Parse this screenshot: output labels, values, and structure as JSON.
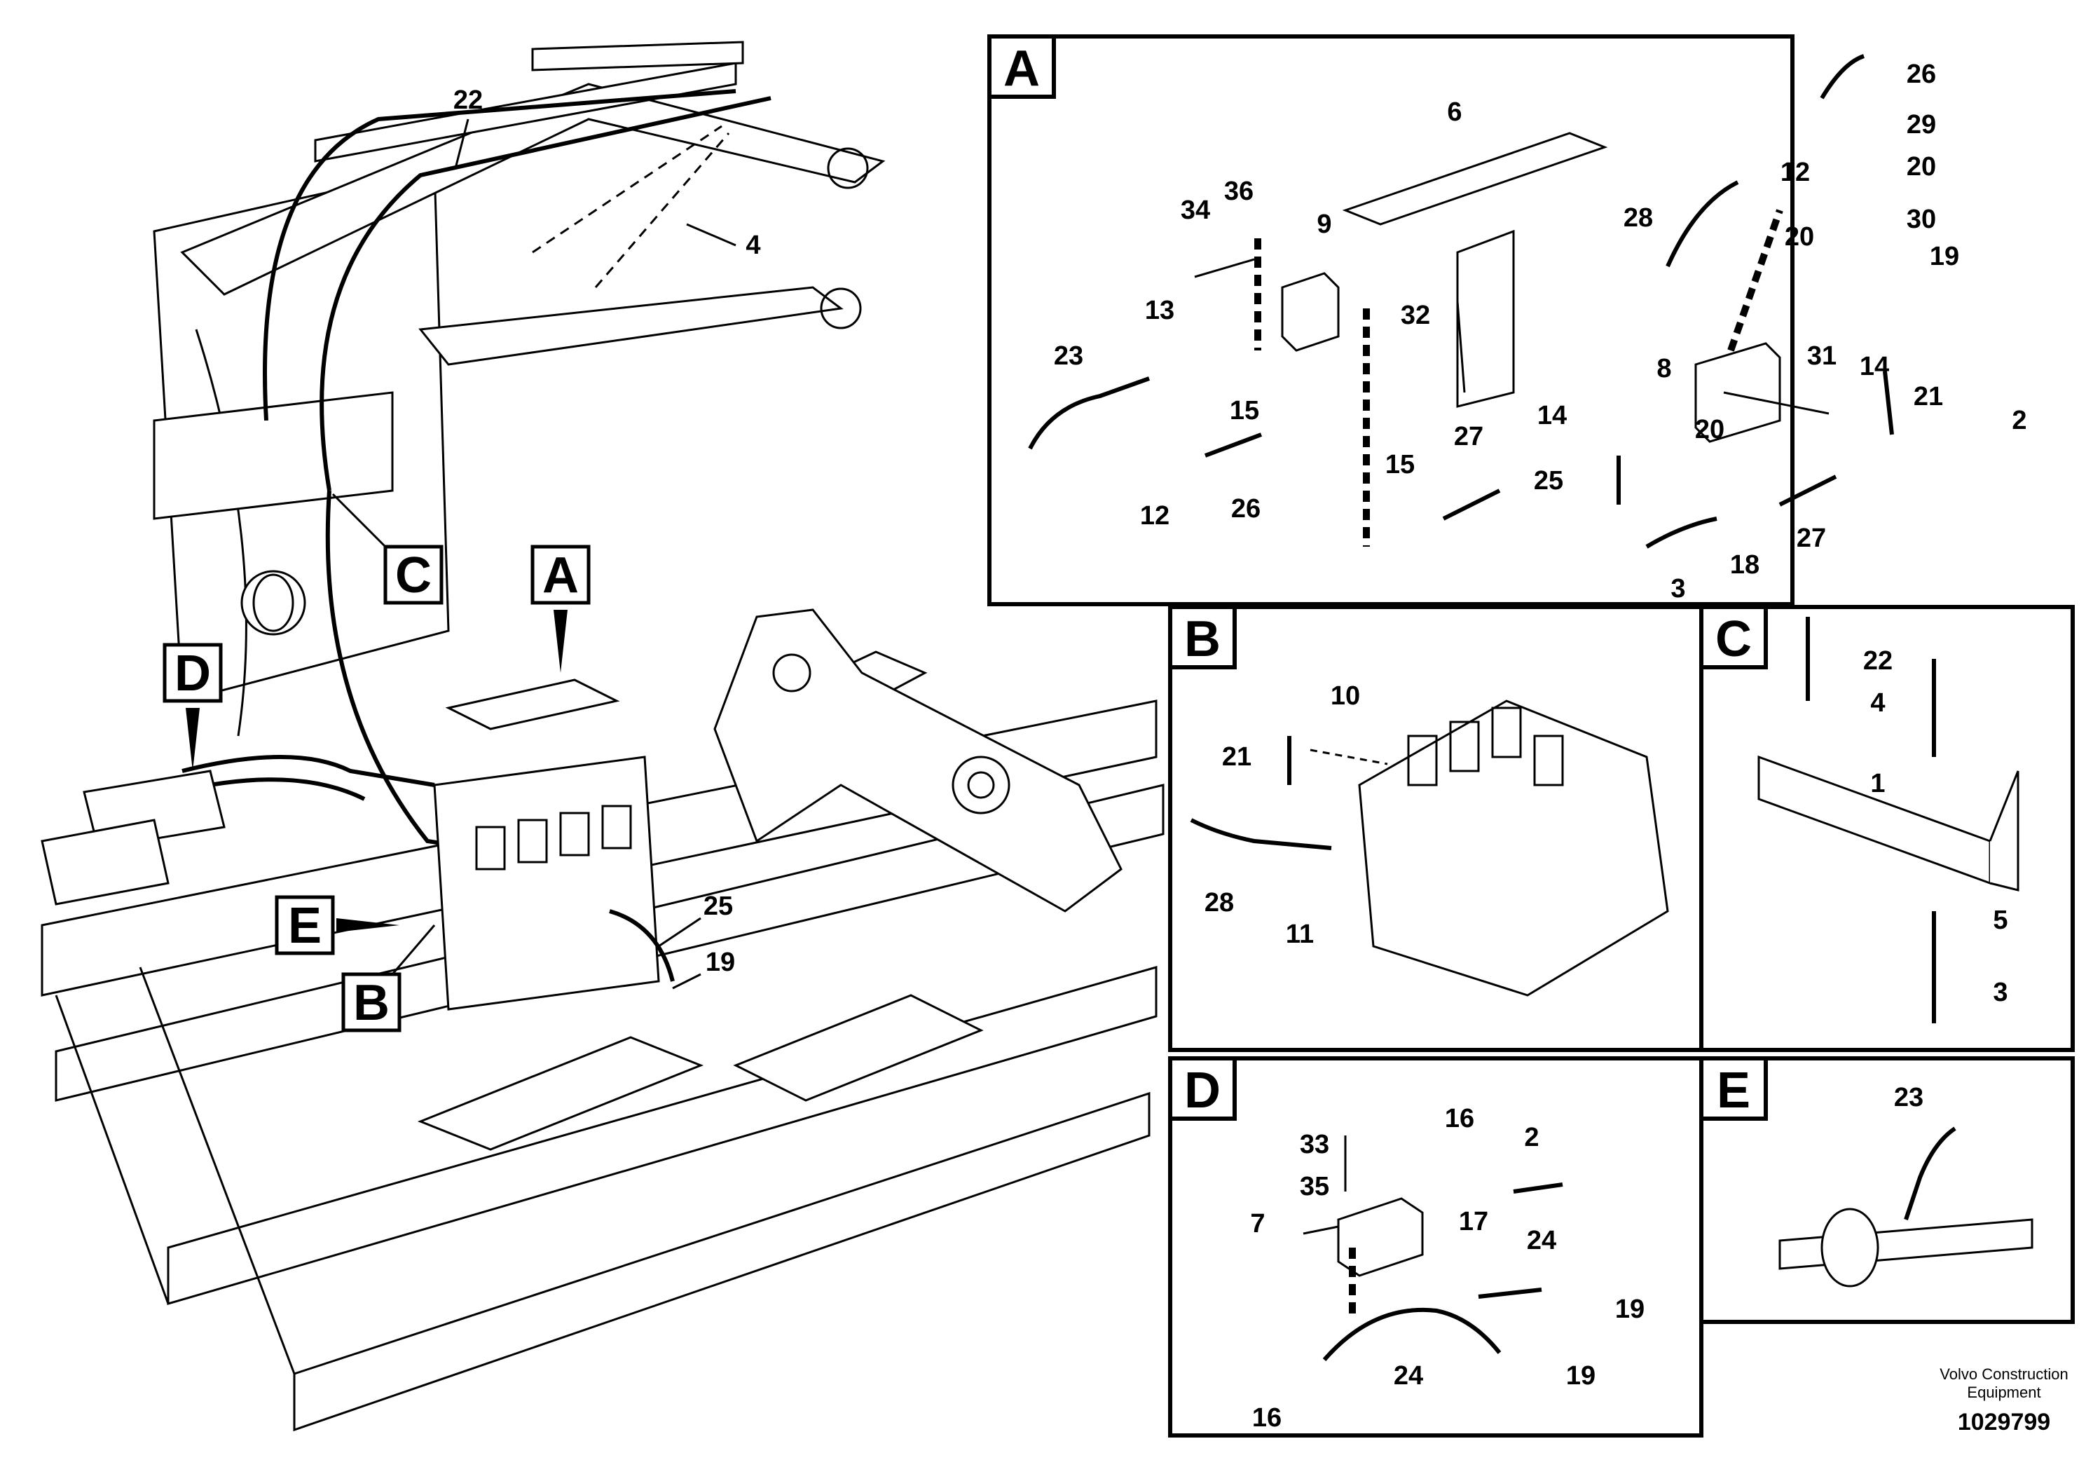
{
  "callouts": {
    "A": "A",
    "B": "B",
    "C": "C",
    "D": "D",
    "E": "E"
  },
  "main_labels": {
    "n22": "22",
    "n4": "4",
    "n25": "25",
    "n19": "19"
  },
  "panel_a": {
    "letter": "A",
    "labels": {
      "n6": "6",
      "n26": "26",
      "n29": "29",
      "n20a": "20",
      "n30": "30",
      "n12a": "12",
      "n28": "28",
      "n20b": "20",
      "n34": "34",
      "n36": "36",
      "n9": "9",
      "n32": "32",
      "n19": "19",
      "n13": "13",
      "n23": "23",
      "n15a": "15",
      "n14a": "14",
      "n31": "31",
      "n8": "8",
      "n21": "21",
      "n2": "2",
      "n14b": "14",
      "n20c": "20",
      "n12b": "12",
      "n26b": "26",
      "n15b": "15",
      "n27a": "27",
      "n25": "25",
      "n27b": "27",
      "n18": "18",
      "n3": "3"
    }
  },
  "panel_b": {
    "letter": "B",
    "labels": {
      "n10": "10",
      "n21": "21",
      "n28": "28",
      "n11": "11"
    }
  },
  "panel_c": {
    "letter": "C",
    "labels": {
      "n22": "22",
      "n4": "4",
      "n1": "1",
      "n5": "5",
      "n3": "3"
    }
  },
  "panel_d": {
    "letter": "D",
    "labels": {
      "n33": "33",
      "n16a": "16",
      "n2": "2",
      "n35": "35",
      "n7": "7",
      "n17": "17",
      "n24a": "24",
      "n19a": "19",
      "n24b": "24",
      "n19b": "19",
      "n16b": "16"
    }
  },
  "panel_e": {
    "letter": "E",
    "labels": {
      "n23": "23"
    }
  },
  "footer": {
    "brand_line1": "Volvo Construction",
    "brand_line2": "Equipment",
    "drawing_number": "1029799"
  }
}
